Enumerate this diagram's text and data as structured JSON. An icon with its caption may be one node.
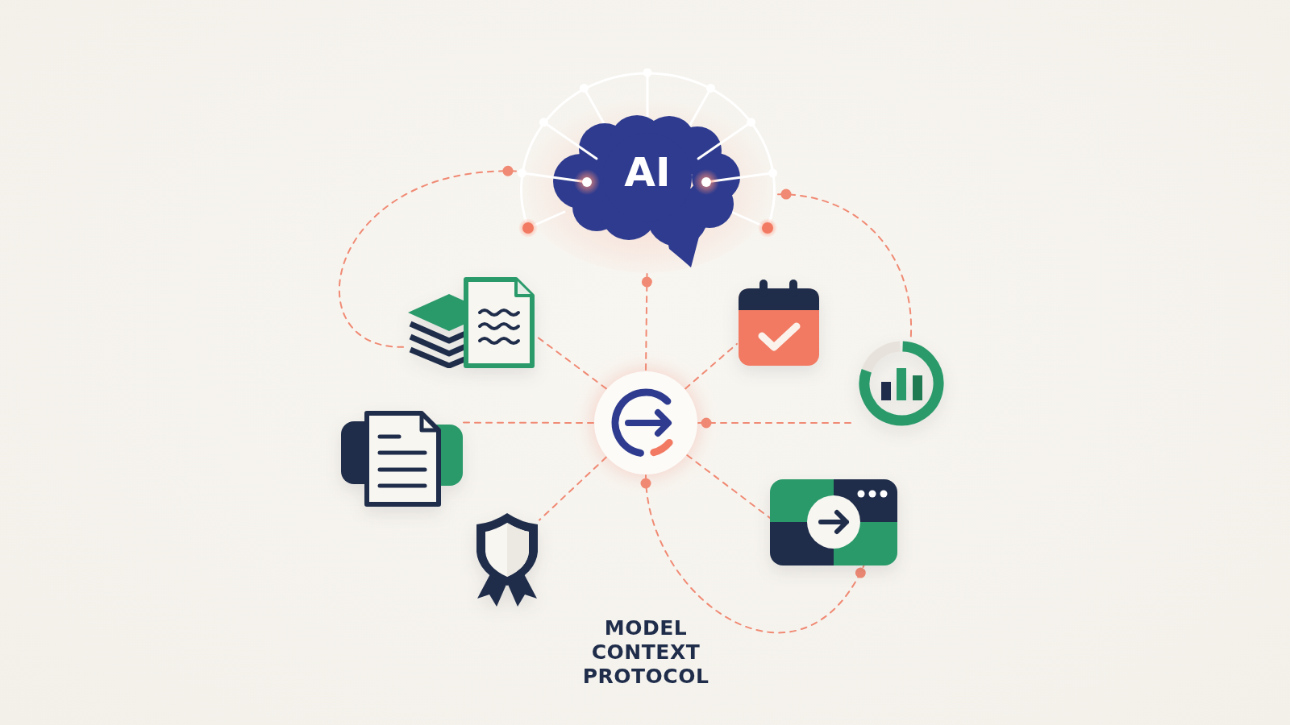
{
  "diagram": {
    "caption": "MODEL CONTEXT PROTOCOL",
    "nodes": [
      {
        "text": [
          "AI"
        ]
      },
      {
        "text": [],
        "shape": "picture"
      },
      {
        "text": [],
        "shape": "picture"
      },
      {
        "text": [],
        "shape": "picture"
      },
      {
        "text": [],
        "shape": "picture"
      },
      {
        "text": [],
        "shape": "picture"
      },
      {
        "text": [],
        "shape": "picture"
      },
      {
        "text": [],
        "shape": "picture"
      }
    ],
    "edges": [
      {
        "from": 0,
        "to": 1,
        "arrow": "other",
        "style": "dashed"
      },
      {
        "from": 0,
        "to": 3,
        "arrow": "other",
        "style": "dashed"
      },
      {
        "from": 0,
        "to": 5,
        "arrow": "other",
        "style": "dashed"
      },
      {
        "from": 5,
        "to": 1,
        "arrow": "none",
        "style": "dashed"
      },
      {
        "from": 5,
        "to": 2,
        "arrow": "none",
        "style": "dashed"
      },
      {
        "from": 5,
        "to": 4,
        "arrow": "none",
        "style": "dashed"
      },
      {
        "from": 5,
        "to": 3,
        "arrow": "other",
        "style": "dashed"
      },
      {
        "from": 5,
        "to": 7,
        "arrow": "none",
        "style": "dashed"
      },
      {
        "from": 5,
        "to": 6,
        "arrow": "none",
        "style": "dashed"
      },
      {
        "from": 5,
        "to": 6,
        "arrow": "other",
        "style": "dashed"
      }
    ]
  }
}
